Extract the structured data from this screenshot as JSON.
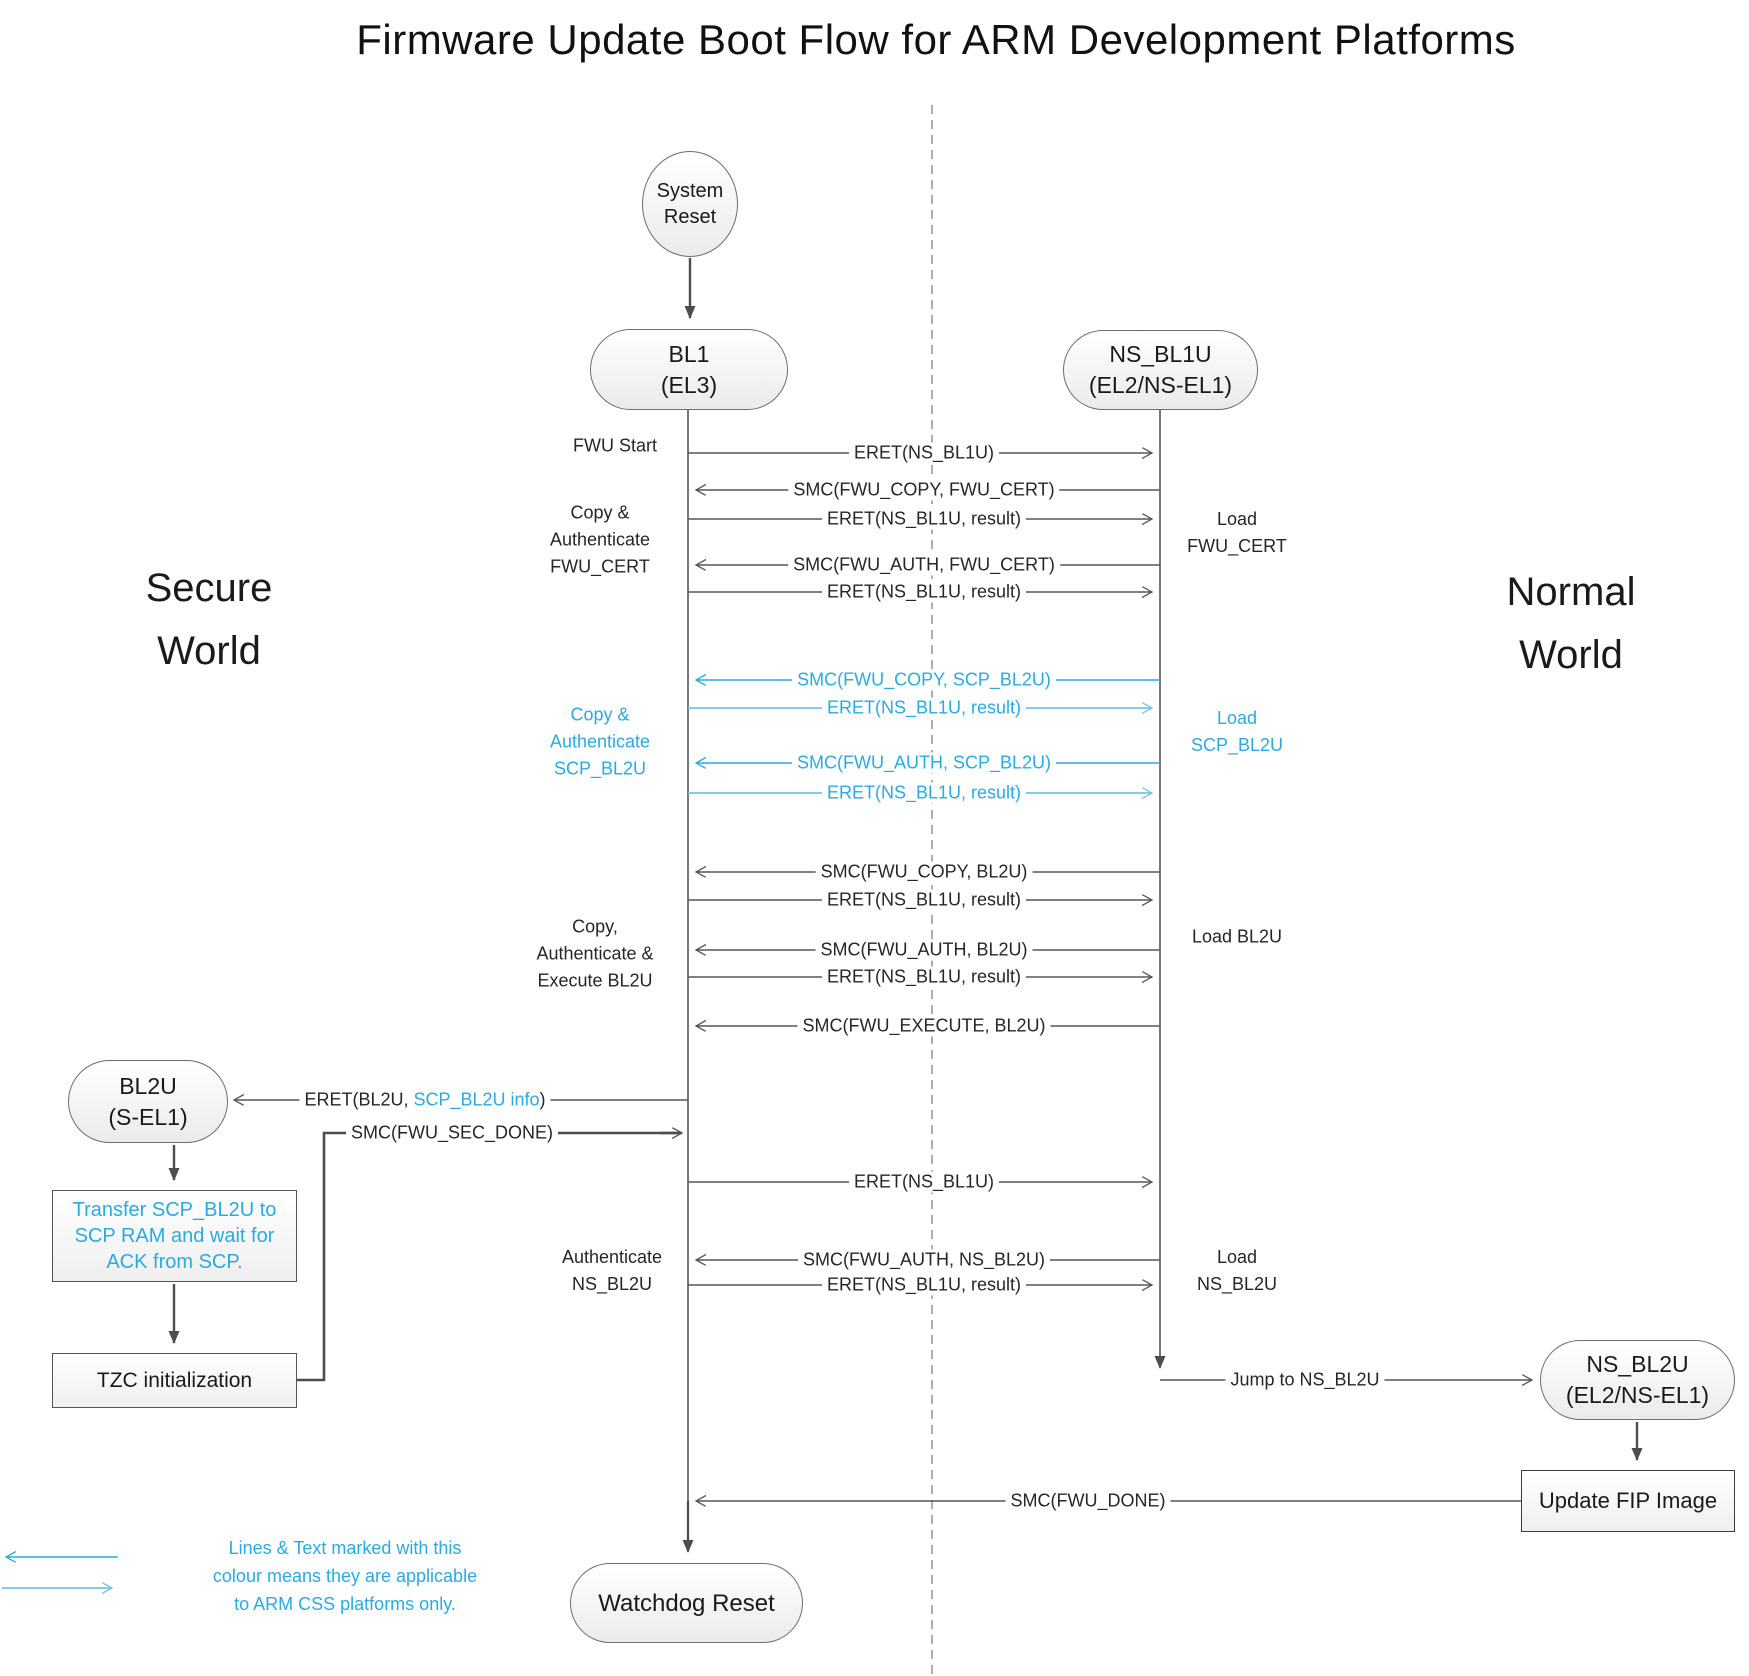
{
  "title": "Firmware Update Boot Flow for ARM Development Platforms",
  "worlds": {
    "secure": {
      "line1": "Secure",
      "line2": "World"
    },
    "normal": {
      "line1": "Normal",
      "line2": "World"
    }
  },
  "nodes": {
    "system_reset": {
      "line1": "System",
      "line2": "Reset"
    },
    "bl1": {
      "line1": "BL1",
      "line2": "(EL3)"
    },
    "ns_bl1u": {
      "line1": "NS_BL1U",
      "line2": "(EL2/NS-EL1)"
    },
    "bl2u": {
      "line1": "BL2U",
      "line2": "(S-EL1)"
    },
    "ns_bl2u": {
      "line1": "NS_BL2U",
      "line2": "(EL2/NS-EL1)"
    },
    "watchdog_reset": {
      "label": "Watchdog Reset"
    }
  },
  "process_boxes": {
    "transfer_scp_bl2u": {
      "line1": "Transfer SCP_BL2U to",
      "line2": "SCP RAM and wait for",
      "line3": "ACK from SCP.",
      "css_only": true
    },
    "tzc_init": {
      "label": "TZC initialization",
      "css_only": false
    },
    "update_fip": {
      "label": "Update FIP Image",
      "css_only": false
    }
  },
  "messages": [
    {
      "label": "ERET(NS_BL1U)",
      "direction": "to-normal-world",
      "css_only": false
    },
    {
      "label": "SMC(FWU_COPY, FWU_CERT)",
      "direction": "to-secure-world",
      "css_only": false
    },
    {
      "label": "ERET(NS_BL1U, result)",
      "direction": "to-normal-world",
      "css_only": false
    },
    {
      "label": "SMC(FWU_AUTH, FWU_CERT)",
      "direction": "to-secure-world",
      "css_only": false
    },
    {
      "label": "ERET(NS_BL1U, result)",
      "direction": "to-normal-world",
      "css_only": false
    },
    {
      "label": "SMC(FWU_COPY, SCP_BL2U)",
      "direction": "to-secure-world",
      "css_only": true
    },
    {
      "label": "ERET(NS_BL1U, result)",
      "direction": "to-normal-world",
      "css_only": true
    },
    {
      "label": "SMC(FWU_AUTH, SCP_BL2U)",
      "direction": "to-secure-world",
      "css_only": true
    },
    {
      "label": "ERET(NS_BL1U, result)",
      "direction": "to-normal-world",
      "css_only": true
    },
    {
      "label": "SMC(FWU_COPY, BL2U)",
      "direction": "to-secure-world",
      "css_only": false
    },
    {
      "label": "ERET(NS_BL1U, result)",
      "direction": "to-normal-world",
      "css_only": false
    },
    {
      "label": "SMC(FWU_AUTH, BL2U)",
      "direction": "to-secure-world",
      "css_only": false
    },
    {
      "label": "ERET(NS_BL1U, result)",
      "direction": "to-normal-world",
      "css_only": false
    },
    {
      "label": "SMC(FWU_EXECUTE, BL2U)",
      "direction": "to-secure-world",
      "css_only": false
    },
    {
      "label": "ERET(NS_BL1U)",
      "direction": "to-normal-world",
      "css_only": false
    },
    {
      "label": "SMC(FWU_AUTH, NS_BL2U)",
      "direction": "to-secure-world",
      "css_only": false
    },
    {
      "label": "ERET(NS_BL1U, result)",
      "direction": "to-normal-world",
      "css_only": false
    }
  ],
  "special_messages": {
    "eret_bl2u": {
      "part1": "ERET(BL2U, ",
      "part2": "SCP_BL2U info",
      "part3": ")"
    },
    "smc_sec_done": {
      "label": "SMC(FWU_SEC_DONE)"
    },
    "smc_done": {
      "label": "SMC(FWU_DONE)"
    },
    "jump_ns_bl2u": {
      "label": "Jump to NS_BL2U"
    }
  },
  "activity_labels": {
    "fwu_start": {
      "label": "FWU Start"
    },
    "copy_auth_fwu_cert": {
      "line1": "Copy &",
      "line2": "Authenticate",
      "line3": "FWU_CERT"
    },
    "copy_auth_scp_bl2u": {
      "line1": "Copy &",
      "line2": "Authenticate",
      "line3": "SCP_BL2U",
      "css_only": true
    },
    "copy_auth_exec_bl2u": {
      "line1": "Copy,",
      "line2": "Authenticate &",
      "line3": "Execute BL2U"
    },
    "auth_ns_bl2u": {
      "line1": "Authenticate",
      "line2": "NS_BL2U"
    },
    "load_fwu_cert": {
      "line1": "Load",
      "line2": "FWU_CERT"
    },
    "load_scp_bl2u": {
      "line1": "Load",
      "line2": "SCP_BL2U",
      "css_only": true
    },
    "load_bl2u": {
      "label": "Load BL2U"
    },
    "load_ns_bl2u": {
      "line1": "Load",
      "line2": "NS_BL2U"
    }
  },
  "legend": {
    "line1": "Lines & Text marked with this",
    "line2": "colour means they are applicable",
    "line3": "to ARM CSS platforms only."
  },
  "colors": {
    "css_blue": "#29abe2",
    "css_blue_light": "#6ec6ea",
    "line_dark": "#575757"
  }
}
